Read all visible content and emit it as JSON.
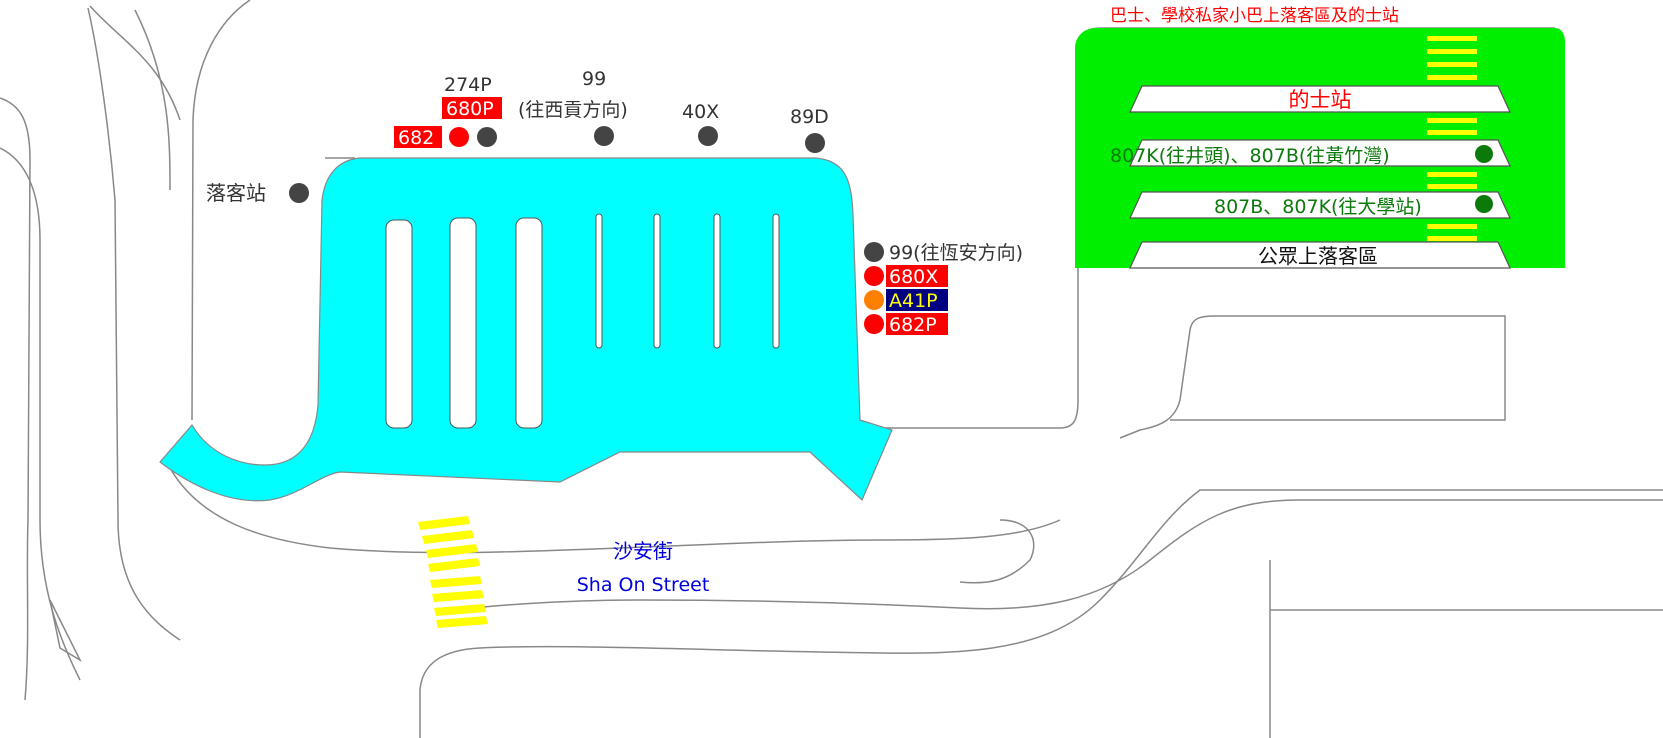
{
  "colors": {
    "terminal_fill": "#00ffff",
    "pickup_zone_fill": "#00ee00",
    "crossing_stripe": "#ffff00",
    "road_line": "#888888",
    "stop_grey": "#444444",
    "stop_red": "#ff0000",
    "stop_orange": "#ff7f00",
    "stop_green": "#0b7a0b",
    "badge_navy": "#000080",
    "badge_navy_text": "#ffff00",
    "street_label": "#0000dd",
    "zone_title": "#ff0000"
  },
  "zone": {
    "title": "巴士、學校私家小巴上落客區及的士站",
    "taxi": "的士站",
    "route1": "807K(往井頭)、807B(往黃竹灣)",
    "route2": "807B、807K(往大學站)",
    "public": "公眾上落客區"
  },
  "street": {
    "chinese": "沙安街",
    "english": "Sha On Street"
  },
  "stops": {
    "dropoff": "落客站",
    "r274P": "274P",
    "r680P": "680P",
    "r682": "682",
    "r99": "99",
    "r99_dir": "(往西貢方向)",
    "r40X": "40X",
    "r89D": "89D",
    "r99_east": "99(往恆安方向)",
    "r680X": "680X",
    "rA41P": "A41P",
    "r682P": "682P"
  }
}
